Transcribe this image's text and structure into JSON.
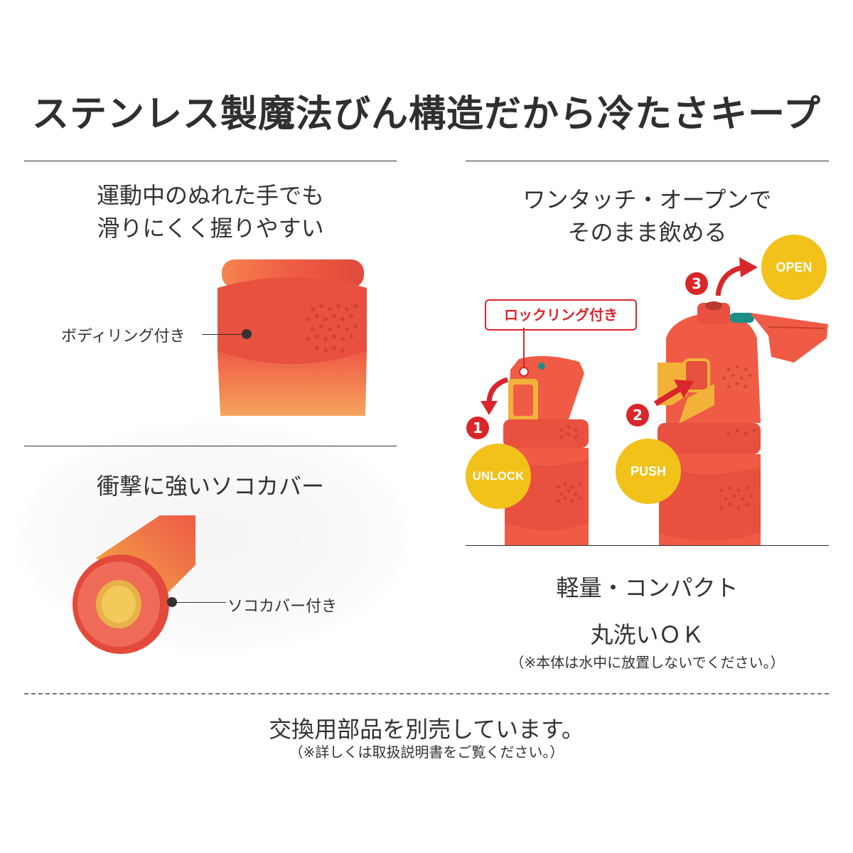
{
  "title": "ステンレス製魔法びん構造だから冷たさキープ",
  "grip": {
    "heading_line1": "運動中のぬれた手でも",
    "heading_line2": "滑りにくく握りやすい",
    "callout": "ボディリング付き"
  },
  "bottom_cover": {
    "heading": "衝撃に強いソコカバー",
    "callout": "ソコカバー付き"
  },
  "one_touch": {
    "heading_line1": "ワンタッチ・オープンで",
    "heading_line2": "そのまま飲める",
    "lock_ring_label": "ロックリング付き",
    "steps": [
      {
        "number": "1",
        "label": "UNLOCK"
      },
      {
        "number": "2",
        "label": "PUSH"
      },
      {
        "number": "3",
        "label": "OPEN"
      }
    ]
  },
  "features": {
    "light": "軽量・コンパクト",
    "washable": "丸洗いＯＫ",
    "washable_note": "（※本体は水中に放置しないでください。）"
  },
  "parts": {
    "line": "交換用部品を別売しています。",
    "note": "（※詳しくは取扱説明書をご覧ください。）"
  },
  "colors": {
    "bottle": "#ef5b45",
    "bottle_dark": "#d9463a",
    "accent_yellow": "#f2c21b",
    "arrow_red": "#d9262b",
    "text": "#333333"
  }
}
